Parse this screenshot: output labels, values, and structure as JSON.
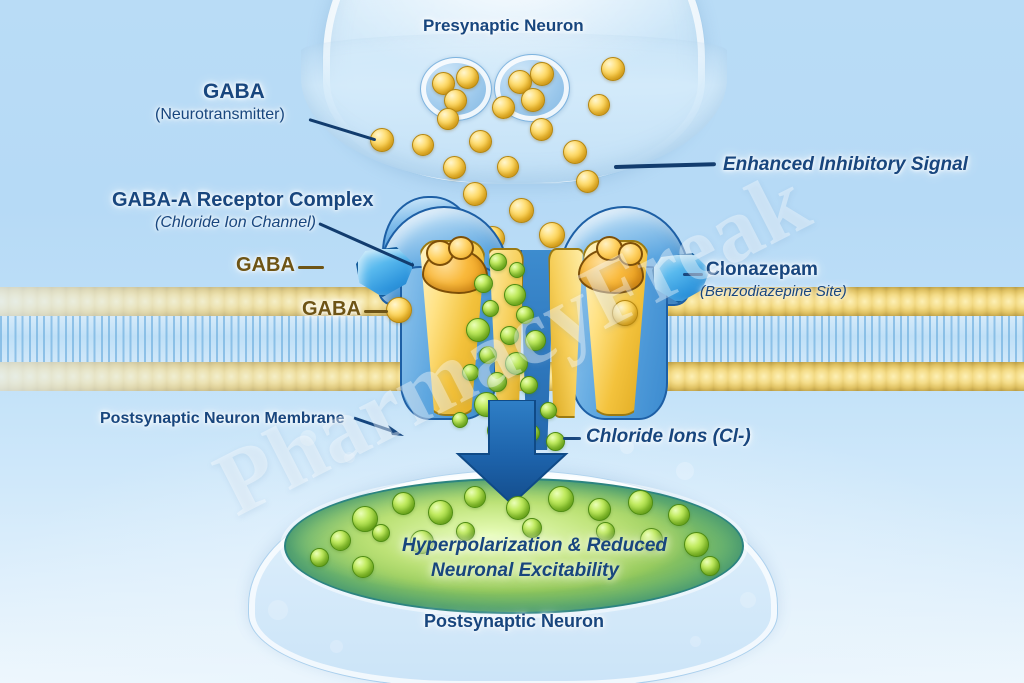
{
  "diagram": {
    "title": "GABA-A Receptor and Clonazepam Mechanism",
    "watermark": "PharmacyFreak",
    "colors": {
      "background_top": "#b9dcf6",
      "background_bottom": "#eef7fd",
      "label_navy": "#18467e",
      "label_gold": "#6e5415",
      "gaba_yellow": "#f5c132",
      "chloride_green": "#8cc62f",
      "benzo_blue": "#2f96dd",
      "receptor_blue": "#3f8cd0",
      "subunit_yellow": "#f3c23c",
      "binding_orange": "#e59412",
      "membrane_head": "#f4dc88",
      "green_field": "#8fc65a",
      "arrow_navy": "#1d5fa5"
    }
  },
  "labels": {
    "presynaptic_neuron": "Presynaptic Neuron",
    "gaba_title": "GABA",
    "gaba_subtitle": "(Neurotransmitter)",
    "receptor_title": "GABA-A Receptor Complex",
    "receptor_subtitle": "(Chloride Ion Channel)",
    "gaba_site_upper": "GABA",
    "gaba_site_lower": "GABA",
    "enhanced_signal": "Enhanced Inhibitory Signal",
    "clonazepam_title": "Clonazepam",
    "clonazepam_subtitle": "(Benzodiazepine Site)",
    "postsynaptic_membrane": "Postsynaptic Neuron Membrane",
    "chloride_ions": "Chloride Ions (Cl-)",
    "hyperpolarization_line1": "Hyperpolarization & Reduced",
    "hyperpolarization_line2": "Neuronal Excitability",
    "postsynaptic_neuron": "Postsynaptic Neuron"
  },
  "elements": {
    "vesicle_count": 2,
    "gaba_per_vesicle": 3,
    "receptor_subunits": 2,
    "benzodiazepine_sites": 2,
    "gaba_binding_sites": 2,
    "flow_direction": "downward into postsynaptic neuron"
  }
}
